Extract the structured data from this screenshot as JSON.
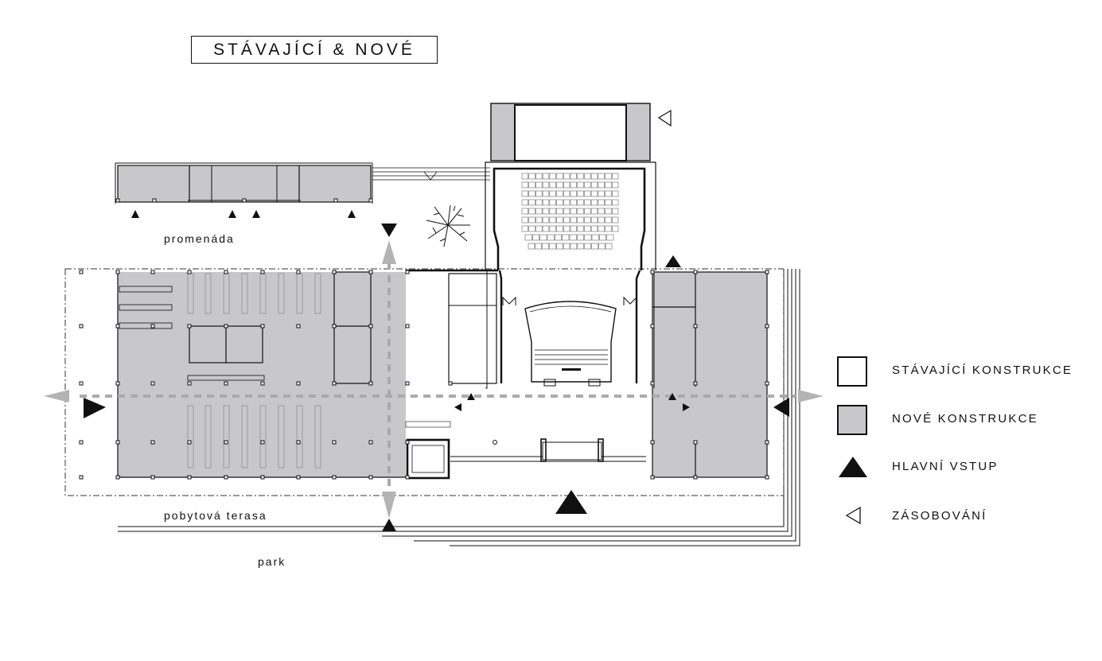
{
  "title": "STÁVAJÍCÍ & NOVÉ",
  "labels": {
    "promenada": "promenáda",
    "terasa": "pobytová terasa",
    "park": "park"
  },
  "legend": {
    "existing": "STÁVAJÍCÍ KONSTRUKCE",
    "new": "NOVÉ KONSTRUKCE",
    "main_entry": "HLAVNÍ VSTUP",
    "supply": "ZÁSOBOVÁNÍ"
  },
  "colors": {
    "new_construction": "#c8c8ca",
    "existing_construction": "#ffffff",
    "line": "#111111",
    "axis": "#b3b3b3"
  }
}
